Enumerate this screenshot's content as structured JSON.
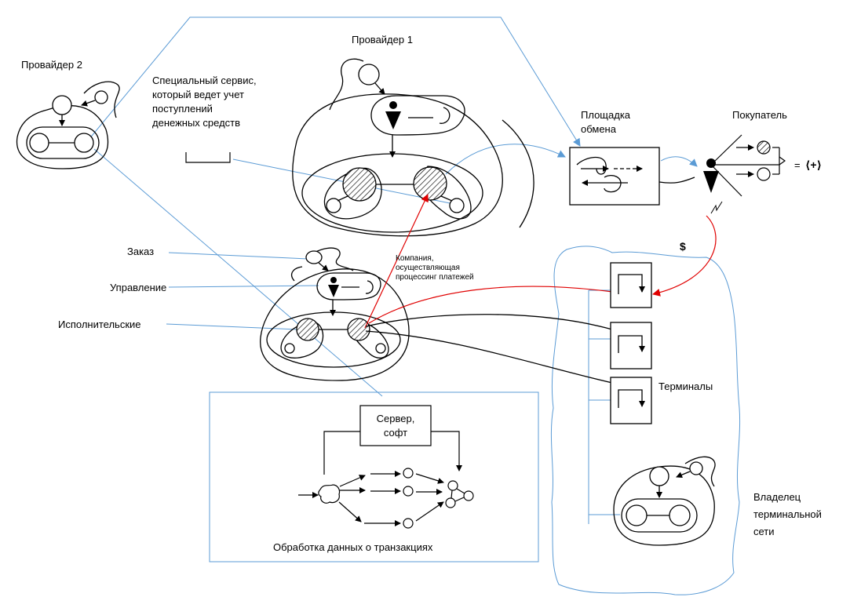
{
  "labels": {
    "provider1": "Провайдер 1",
    "provider2": "Провайдер 2",
    "special_service": "Специальный сервис,\nкоторый ведет учет\nпоступлений\nденежных средств",
    "exchange": "Площадка\nобмена",
    "buyer": "Покупатель",
    "order": "Заказ",
    "management": "Управление",
    "executive": "Исполнительские",
    "payment_company": "Компания,\nосуществляющая\nпроцессинг платежей",
    "dollar": "$",
    "terminals": "Терминалы",
    "server": "Сервер,\nсофт",
    "data_processing": "Обработка данных о транзакциях",
    "terminal_owner": "Владелец\nтерминальной\nсети",
    "equals": "=",
    "plus_formula": "⟨+⟩"
  },
  "colors": {
    "blue": "#5b9bd5",
    "red": "#e00000",
    "black": "#000000"
  }
}
